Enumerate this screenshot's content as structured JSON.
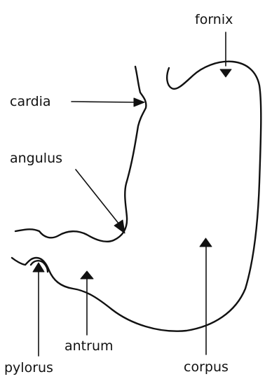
{
  "labels": {
    "fornix": "fornix",
    "cardia": "cardia",
    "angulus": "angulus",
    "antrum": "antrum",
    "pylorus": "pylorus",
    "corpus": "corpus"
  },
  "colors": {
    "ink": "#111111",
    "background": "#ffffff"
  }
}
